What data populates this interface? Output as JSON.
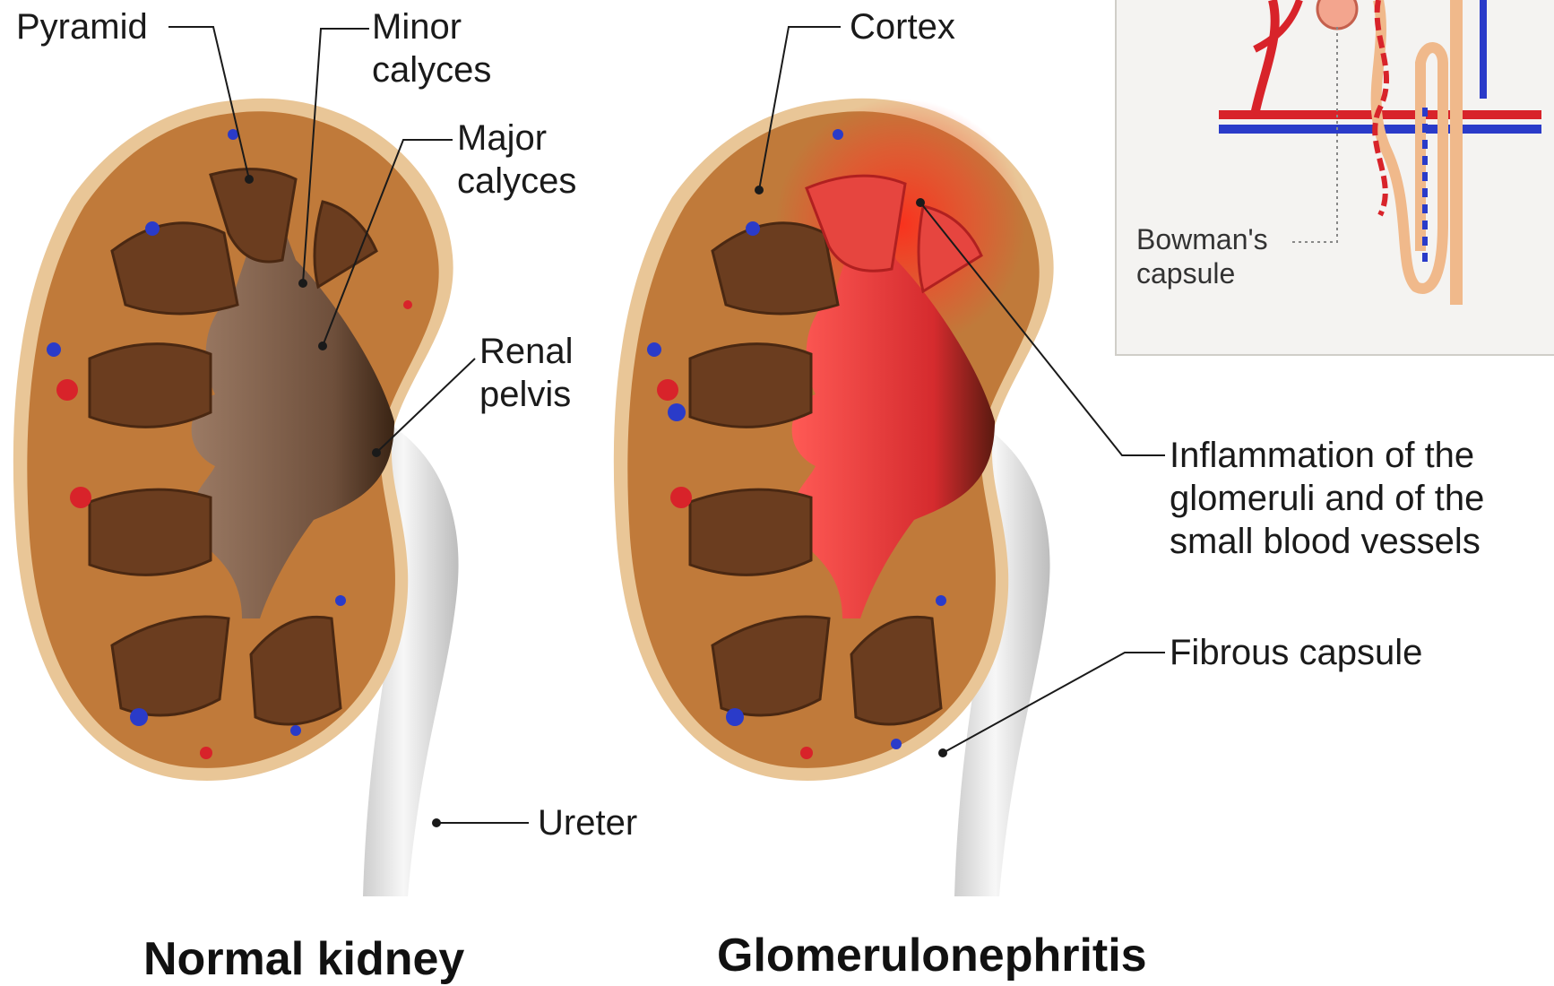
{
  "labels": {
    "pyramid": "Pyramid",
    "minor_calyces": [
      "Minor",
      "calyces"
    ],
    "major_calyces": [
      "Major",
      "calyces"
    ],
    "renal_pelvis": [
      "Renal",
      "pelvis"
    ],
    "ureter": "Ureter",
    "cortex": "Cortex",
    "inflammation": [
      "Inflammation of the",
      "glomeruli and of the",
      "small blood vessels"
    ],
    "fibrous_capsule": "Fibrous capsule",
    "bowmans_capsule": [
      "Bowman's",
      "capsule"
    ]
  },
  "titles": {
    "normal": "Normal kidney",
    "disease": "Glomerulonephritis"
  },
  "colors": {
    "cortex": "#c07a3a",
    "capsule": "#e9c697",
    "pyramid": "#6b3d1f",
    "pelvis_normal": "#8a6a55",
    "pelvis_inflamed": "#e0393c",
    "artery": "#d8232a",
    "vein": "#2a3bc9",
    "ureter": "#dcdcdc"
  }
}
